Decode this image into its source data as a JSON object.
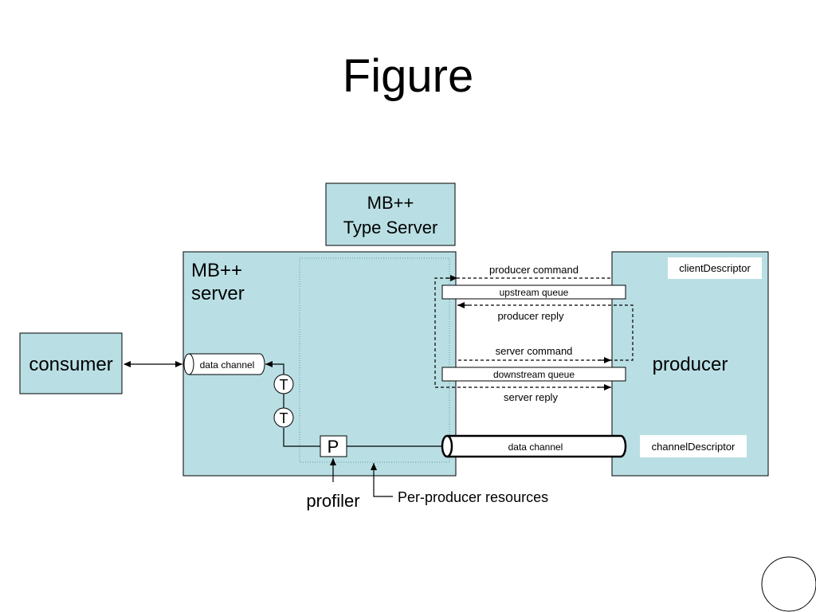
{
  "slide": {
    "title": "Figure"
  },
  "diagram": {
    "type_server": {
      "line1": "MB++",
      "line2": "Type Server"
    },
    "server": {
      "line1": "MB++",
      "line2": "server"
    },
    "consumer": "consumer",
    "producer": "producer",
    "client_descriptor": "clientDescriptor",
    "channel_descriptor": "channelDescriptor",
    "data_channel_small": "data channel",
    "data_channel_large": "data channel",
    "upstream_queue": "upstream queue",
    "downstream_queue": "downstream queue",
    "producer_command": "producer command",
    "producer_reply": "producer reply",
    "server_command": "server command",
    "server_reply": "server reply",
    "tap1": "T",
    "tap2": "T",
    "profiler_box": "P",
    "profiler_label": "profiler",
    "per_producer_resources": "Per-producer resources"
  },
  "colors": {
    "box_fill": "#b9dfe4",
    "stroke": "#000000",
    "dotted_region": "#5f9ea0"
  }
}
